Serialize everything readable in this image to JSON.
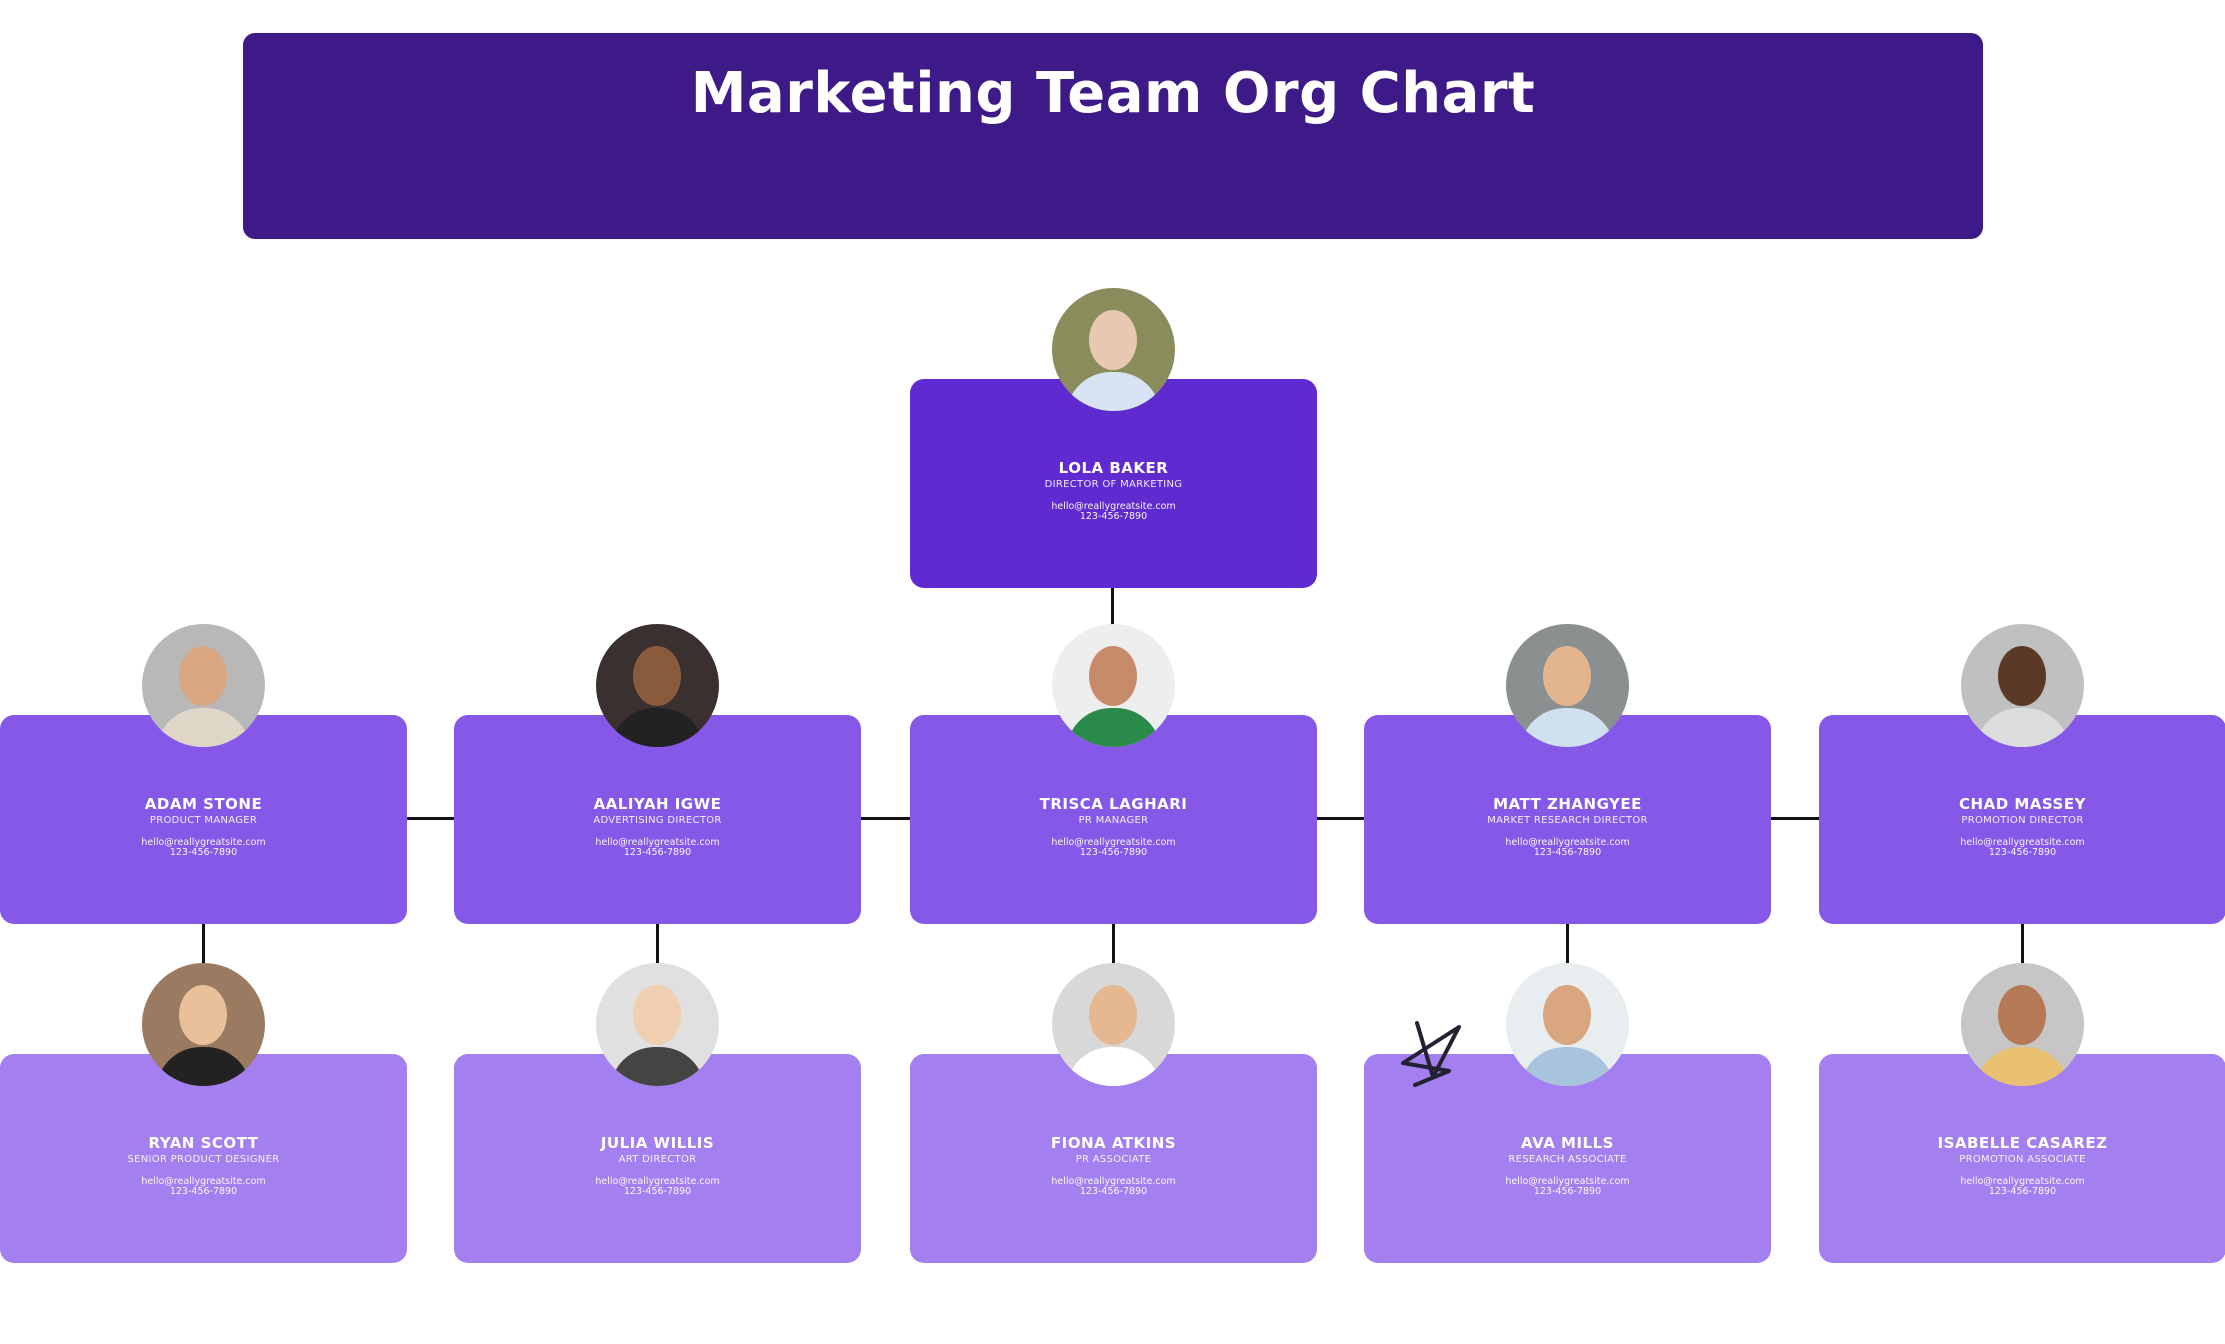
{
  "title": "Marketing Team Org Chart",
  "colors": {
    "header": "#3d1a87",
    "level0": "#5f2bd1",
    "level1": "#8558e8",
    "level2": "#a47ff0"
  },
  "director": {
    "name": "LOLA BAKER",
    "role": "DIRECTOR OF MARKETING",
    "email": "hello@reallygreatsite.com",
    "phone": "123-456-7890"
  },
  "managers": [
    {
      "name": "ADAM STONE",
      "role": "PRODUCT MANAGER",
      "email": "hello@reallygreatsite.com",
      "phone": "123-456-7890"
    },
    {
      "name": "AALIYAH IGWE",
      "role": "ADVERTISING DIRECTOR",
      "email": "hello@reallygreatsite.com",
      "phone": "123-456-7890"
    },
    {
      "name": "TRISCA LAGHARI",
      "role": "PR MANAGER",
      "email": "hello@reallygreatsite.com",
      "phone": "123-456-7890"
    },
    {
      "name": "MATT ZHANGYEE",
      "role": "MARKET RESEARCH DIRECTOR",
      "email": "hello@reallygreatsite.com",
      "phone": "123-456-7890"
    },
    {
      "name": "CHAD MASSEY",
      "role": "PROMOTION DIRECTOR",
      "email": "hello@reallygreatsite.com",
      "phone": "123-456-7890"
    }
  ],
  "staff": [
    {
      "name": "RYAN SCOTT",
      "role": "SENIOR PRODUCT DESIGNER",
      "email": "hello@reallygreatsite.com",
      "phone": "123-456-7890"
    },
    {
      "name": "JULIA WILLIS",
      "role": "ART DIRECTOR",
      "email": "hello@reallygreatsite.com",
      "phone": "123-456-7890"
    },
    {
      "name": "FIONA ATKINS",
      "role": "PR ASSOCIATE",
      "email": "hello@reallygreatsite.com",
      "phone": "123-456-7890"
    },
    {
      "name": "AVA MILLS",
      "role": "RESEARCH ASSOCIATE",
      "email": "hello@reallygreatsite.com",
      "phone": "123-456-7890"
    },
    {
      "name": "ISABELLE CASAREZ",
      "role": "PROMOTION ASSOCIATE",
      "email": "hello@reallygreatsite.com",
      "phone": "123-456-7890"
    }
  ]
}
